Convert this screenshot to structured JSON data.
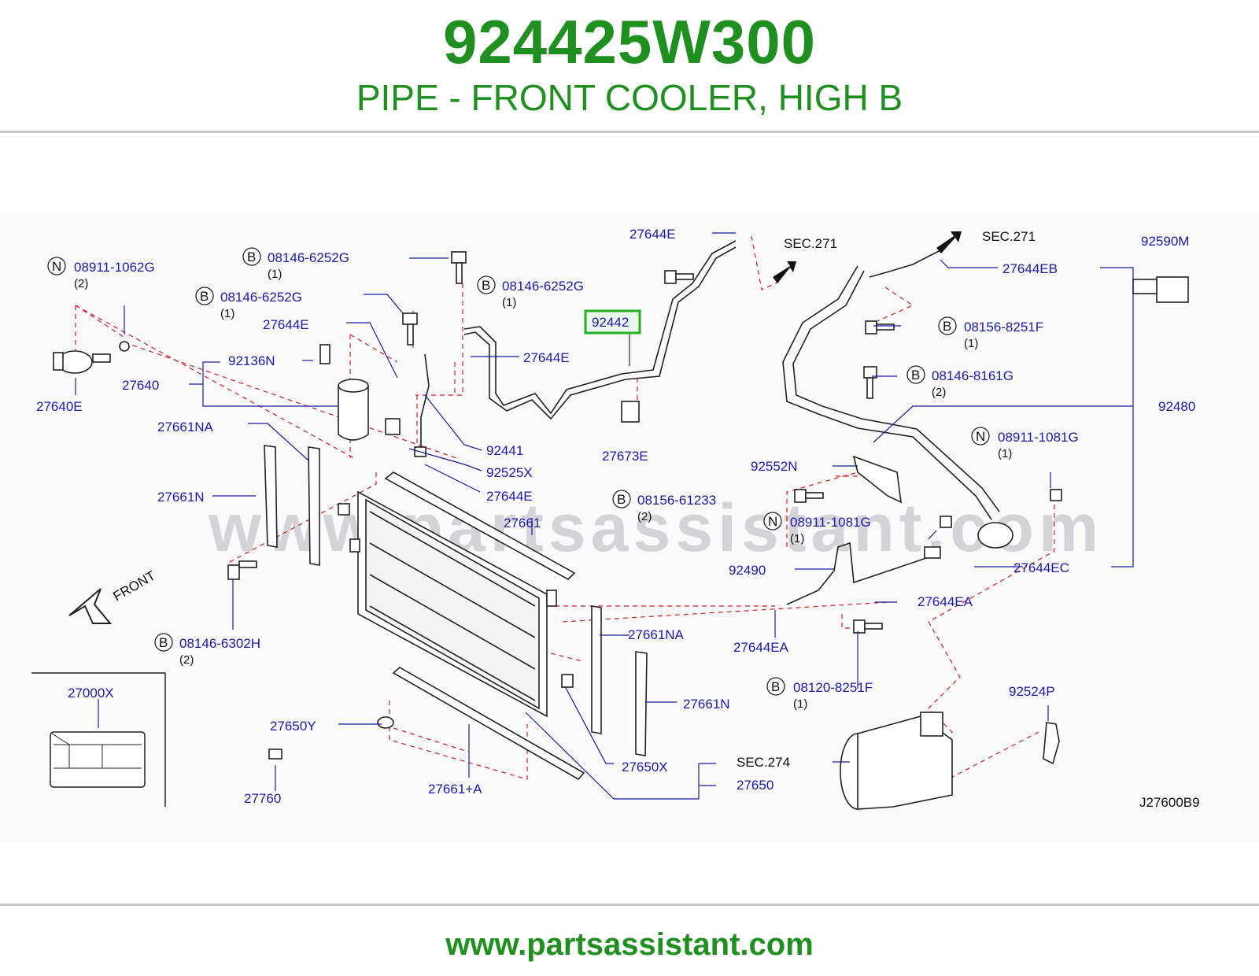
{
  "header": {
    "part_number": "924425W300",
    "description": "PIPE - FRONT COOLER, HIGH B"
  },
  "diagram": {
    "watermark": "www.partsassistant.com",
    "diagram_code": "J27600B9",
    "highlighted_part": "92442",
    "front_label": "FRONT",
    "sec_labels": [
      "SEC.271",
      "SEC.271",
      "SEC.274"
    ],
    "labels": [
      "27644E",
      "27644E",
      "27644E",
      "27644E",
      "27644EB",
      "27644EC",
      "27644EA",
      "27644EA",
      "92590M",
      "92480",
      "92441",
      "92525X",
      "92552N",
      "92490",
      "92524P",
      "92136N",
      "27640",
      "27640E",
      "27661NA",
      "27661N",
      "27661",
      "27661NA",
      "27661N",
      "27661+A",
      "27673E",
      "27650Y",
      "27650X",
      "27650",
      "27760",
      "27000X"
    ],
    "fasteners": [
      {
        "type": "N",
        "code": "08911-1062G",
        "qty": "(2)"
      },
      {
        "type": "B",
        "code": "08146-6252G",
        "qty": "(1)"
      },
      {
        "type": "B",
        "code": "08146-6252G",
        "qty": "(1)"
      },
      {
        "type": "B",
        "code": "08146-6252G",
        "qty": "(1)"
      },
      {
        "type": "B",
        "code": "08156-8251F",
        "qty": "(1)"
      },
      {
        "type": "B",
        "code": "08146-8161G",
        "qty": "(2)"
      },
      {
        "type": "N",
        "code": "08911-1081G",
        "qty": "(1)"
      },
      {
        "type": "B",
        "code": "08156-61233",
        "qty": "(2)"
      },
      {
        "type": "N",
        "code": "08911-1081G",
        "qty": "(1)"
      },
      {
        "type": "B",
        "code": "08146-6302H",
        "qty": "(2)"
      },
      {
        "type": "B",
        "code": "08120-8251F",
        "qty": "(1)"
      }
    ]
  },
  "footer": {
    "url": "www.partsassistant.com"
  },
  "colors": {
    "header_green": "#1f8f1f",
    "label_blue": "#1a1aa8",
    "dashed_red": "#d42020",
    "highlight_green": "#22b022"
  }
}
